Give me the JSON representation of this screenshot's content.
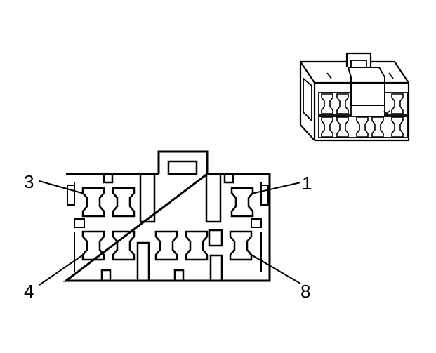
{
  "diagram": {
    "pin_labels": {
      "pin_3": "3",
      "pin_1": "1",
      "pin_4": "4",
      "pin_8": "8"
    }
  },
  "colors": {
    "line": "#000000",
    "background": "#ffffff"
  }
}
